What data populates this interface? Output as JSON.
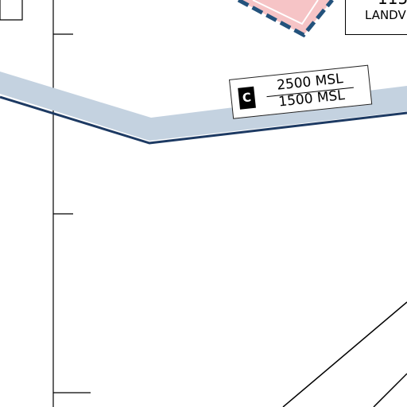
{
  "colors": {
    "airspace_band": "#c4d2e0",
    "airspace_edge": "#1d3a63",
    "warning_fill": "#f6c4c6",
    "warning_border": "#23527c",
    "line": "#000000"
  },
  "airspace": {
    "class": "C",
    "ceiling": "2500 MSL",
    "floor": "1500 MSL"
  },
  "navaid": {
    "frequency_fragment": "115",
    "name_fragment": "LANDV"
  },
  "icons": [
    "class-c-badge",
    "warning-diamond"
  ]
}
